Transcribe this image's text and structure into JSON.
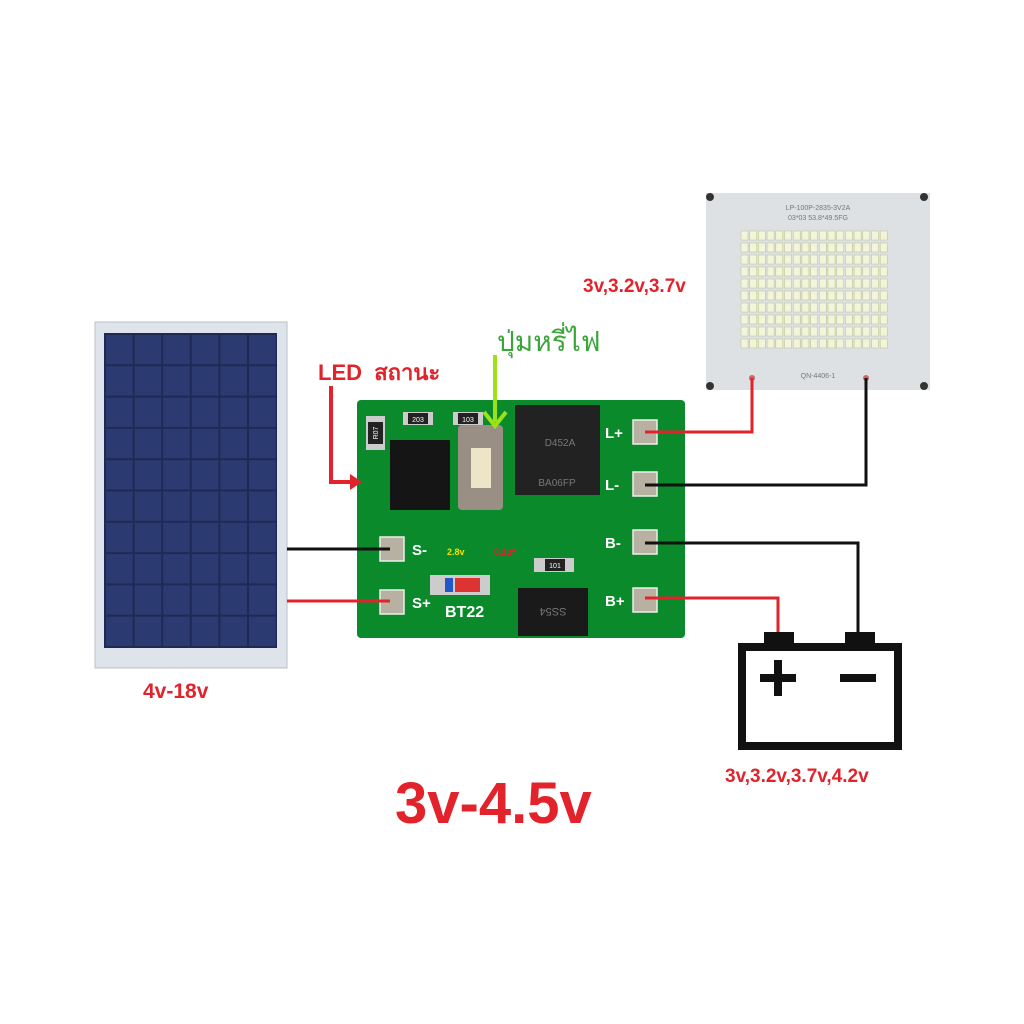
{
  "labels": {
    "led_voltage": "3v,3.2v,3.7v",
    "dimmer_button": "ปุ่มหรี่ไฟ",
    "status_led": "LED  สถานะ",
    "solar_voltage": "4v-18v",
    "output_range": "3v-4.5v",
    "battery_voltage": "3v,3.2v,3.7v,4.2v"
  },
  "pcb": {
    "pads": [
      "L+",
      "L-",
      "B-",
      "B+",
      "S-",
      "S+"
    ],
    "silkscreen": "BT22",
    "components": [
      "203",
      "103",
      "R07",
      "D452A",
      "BA06FP",
      "101",
      "SS54"
    ],
    "annotations": [
      "2.8v",
      "0.1uf"
    ]
  },
  "led_panel": {
    "model": "LP-100P-2835-3V2A",
    "line2": "03*03 53.8*49.5FG",
    "part": "QN-4406-1",
    "rows": 10,
    "cols": 17
  },
  "battery": {
    "plus": "+",
    "minus": "−"
  },
  "colors": {
    "red_wire": "#e2232b",
    "black_wire": "#111111",
    "pcb_green": "#0a8a2a",
    "dimmer_arrow": "#9be21a",
    "dimmer_text": "#3aa63a"
  }
}
